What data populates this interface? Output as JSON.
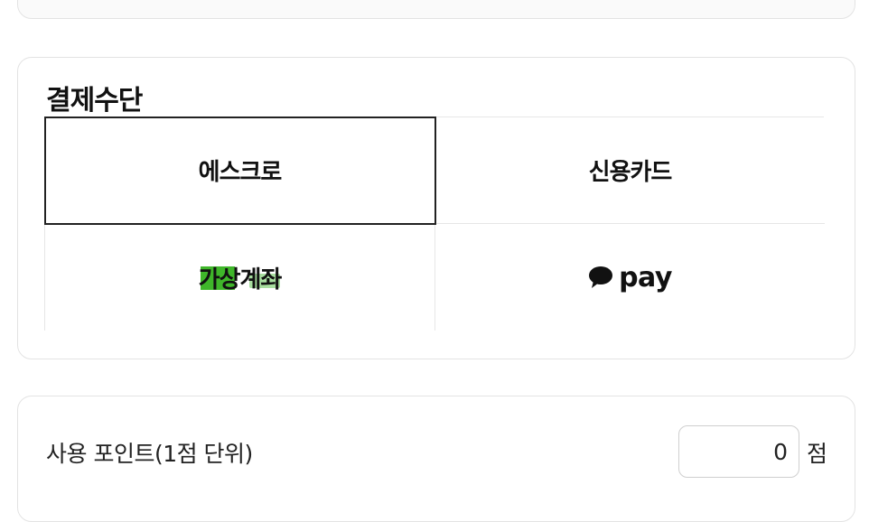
{
  "payment": {
    "title": "결제수단",
    "methods": [
      {
        "label": "에스크로",
        "selected": true
      },
      {
        "label": "신용카드",
        "selected": false
      },
      {
        "label": "가상계좌",
        "selected": false
      },
      {
        "label": "pay",
        "selected": false,
        "icon": "kakao-talk-bubble-icon"
      }
    ]
  },
  "points": {
    "label": "사용 포인트(1점 단위)",
    "value": "0",
    "unit": "점"
  },
  "colors": {
    "border": "#e3e3e3",
    "selected_border": "#222222",
    "npay_green": "#3fb62a"
  }
}
